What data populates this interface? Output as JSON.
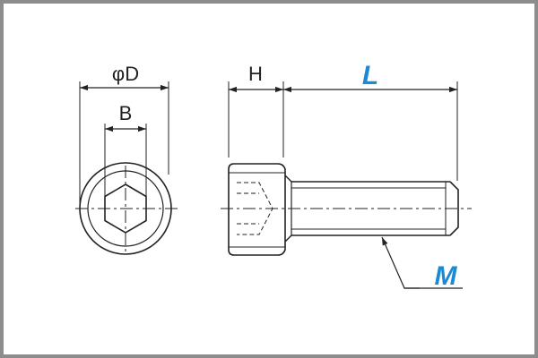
{
  "diagram": {
    "labels": {
      "diameter": "φD",
      "hex_width": "B",
      "head_height": "H",
      "length": "L",
      "thread": "M"
    },
    "colors": {
      "line": "#222222",
      "accent": "#1a8ad4",
      "border": "#8c8c8c",
      "background": "#ffffff"
    }
  }
}
